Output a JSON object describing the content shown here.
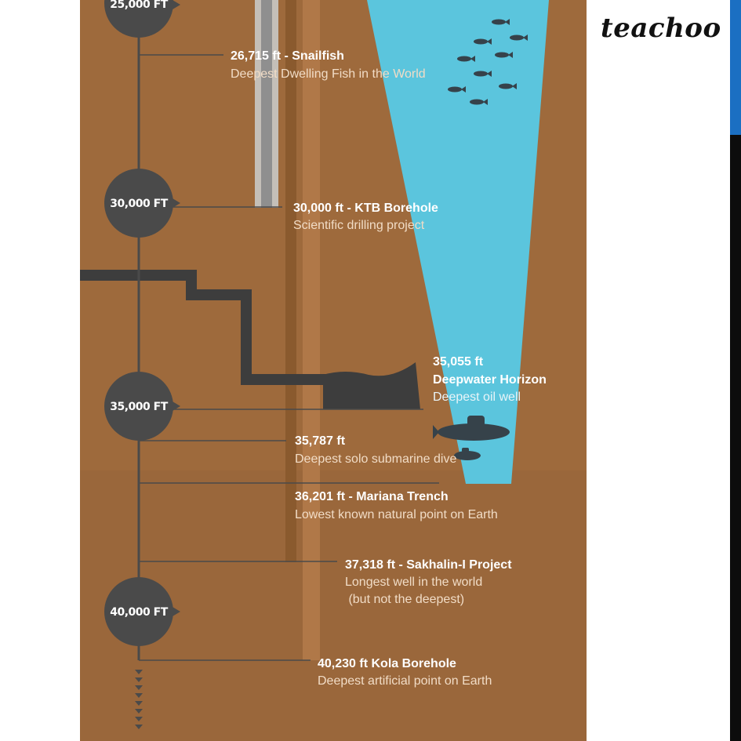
{
  "brand": "teachoo",
  "colors": {
    "ground": "#9e6a3c",
    "water": "#5bc5dd",
    "timeline": "#4a4a4a",
    "text_white": "#ffffff",
    "text_sub": "#f1dcc6"
  },
  "depth_markers": [
    {
      "label": "25,000 FT",
      "value_ft": 25000
    },
    {
      "label": "30,000 FT",
      "value_ft": 30000
    },
    {
      "label": "35,000 FT",
      "value_ft": 35000
    },
    {
      "label": "40,000 FT",
      "value_ft": 40000
    }
  ],
  "annotations": [
    {
      "id": "snailfish",
      "title": "26,715 ft - Snailfish",
      "subtitle": "Deepest Dwelling Fish in the World"
    },
    {
      "id": "ktb",
      "title": "30,000 ft - KTB Borehole",
      "subtitle": "Scientific drilling project"
    },
    {
      "id": "deepwater",
      "title_line1": "35,055 ft",
      "title_line2": "Deepwater Horizon",
      "subtitle": "Deepest oil well"
    },
    {
      "id": "submarine",
      "title": "35,787 ft",
      "subtitle": "Deepest solo submarine dive"
    },
    {
      "id": "mariana",
      "title": "36,201 ft - Mariana Trench",
      "subtitle": "Lowest known natural point on Earth"
    },
    {
      "id": "sakhalin",
      "title": "37,318 ft - Sakhalin-I Project",
      "subtitle_line1": "Longest well in the world",
      "subtitle_line2": " (but not the deepest)"
    },
    {
      "id": "kola",
      "title": "40,230 ft Kola Borehole",
      "subtitle": "Deepest artificial point on Earth"
    }
  ]
}
